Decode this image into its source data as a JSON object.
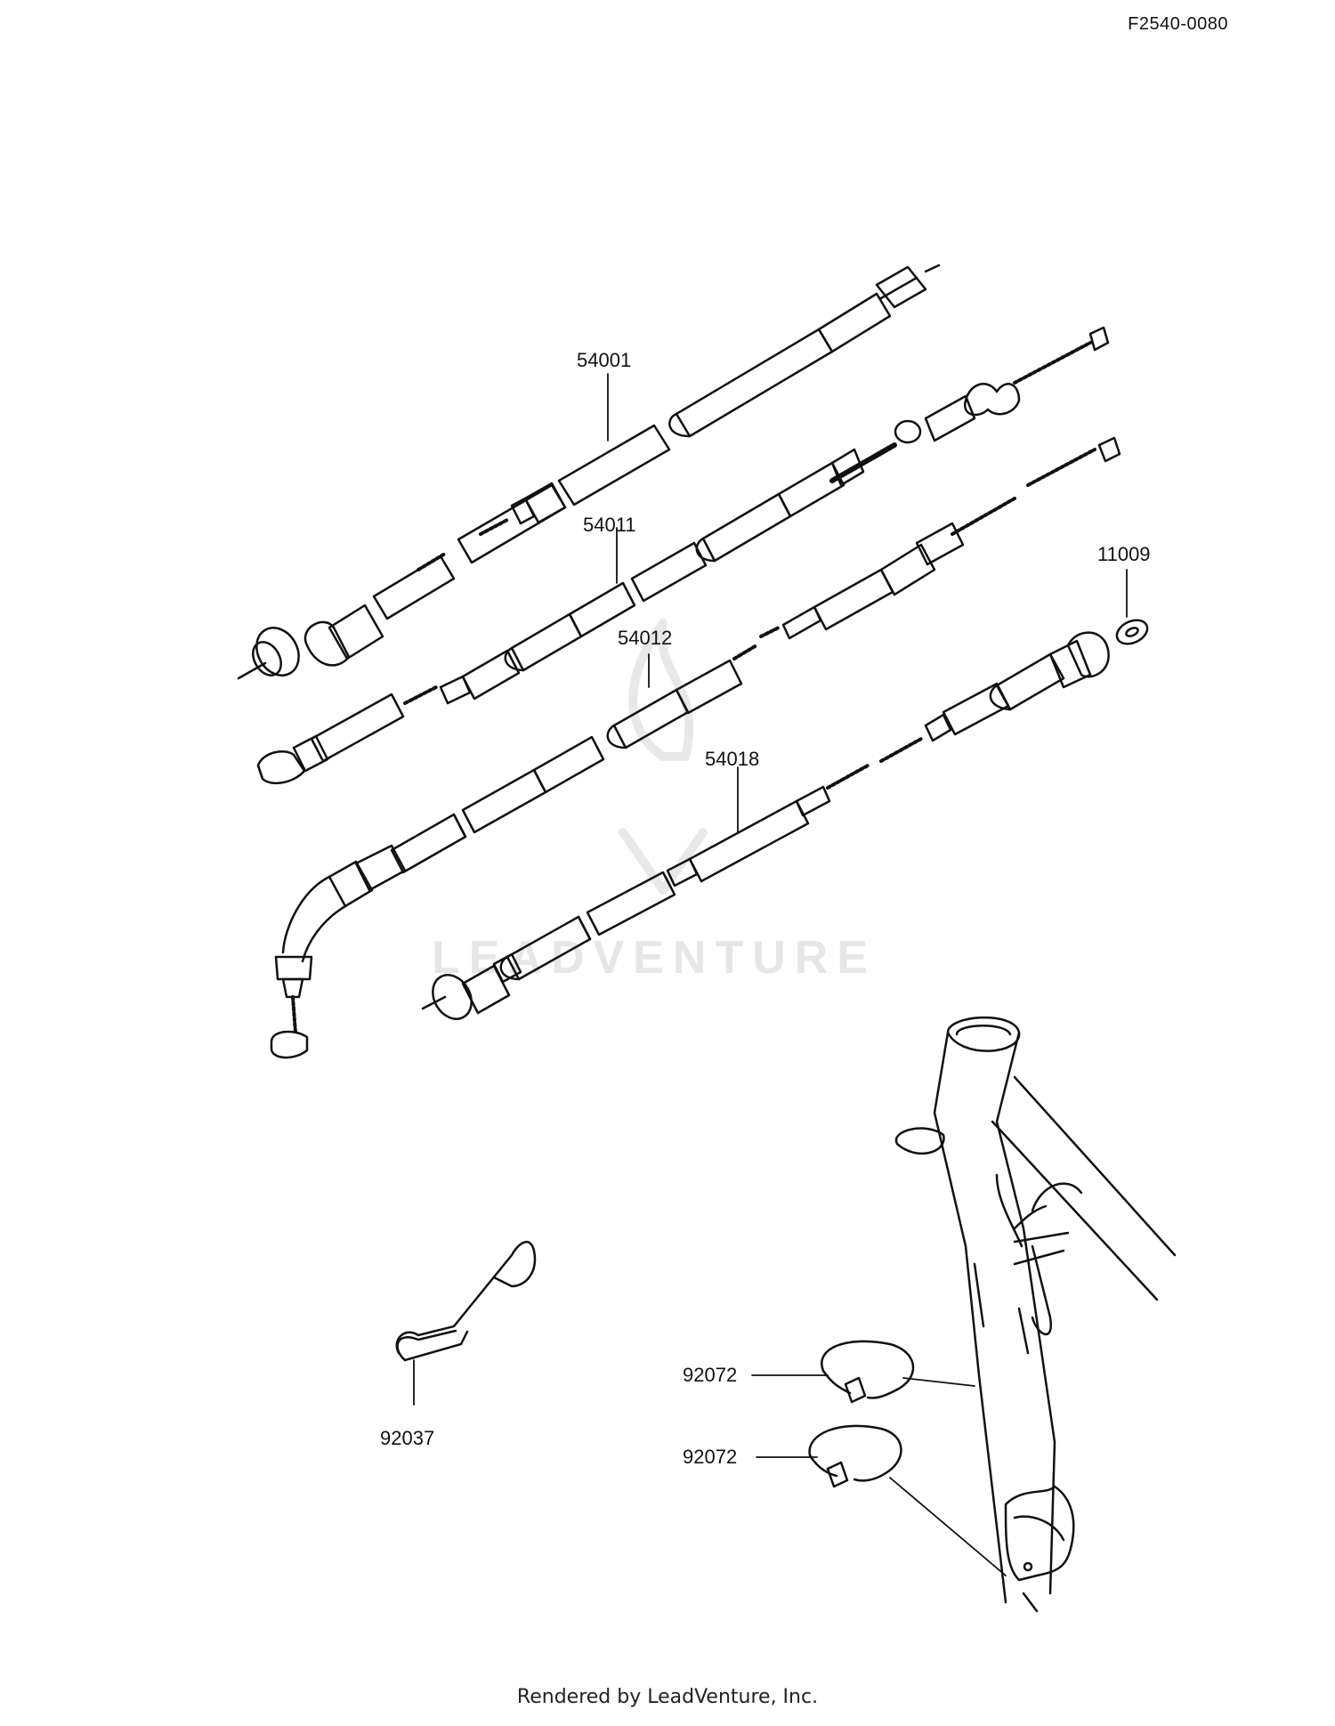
{
  "diagram_code": "F2540-0080",
  "watermark_text": "LEADVENTURE",
  "footer": "Rendered by LeadVenture, Inc.",
  "parts": [
    {
      "number": "54001"
    },
    {
      "number": "54011"
    },
    {
      "number": "54012"
    },
    {
      "number": "54018"
    },
    {
      "number": "11009"
    },
    {
      "number": "92037"
    },
    {
      "number": "92072"
    },
    {
      "number": "92072"
    }
  ]
}
